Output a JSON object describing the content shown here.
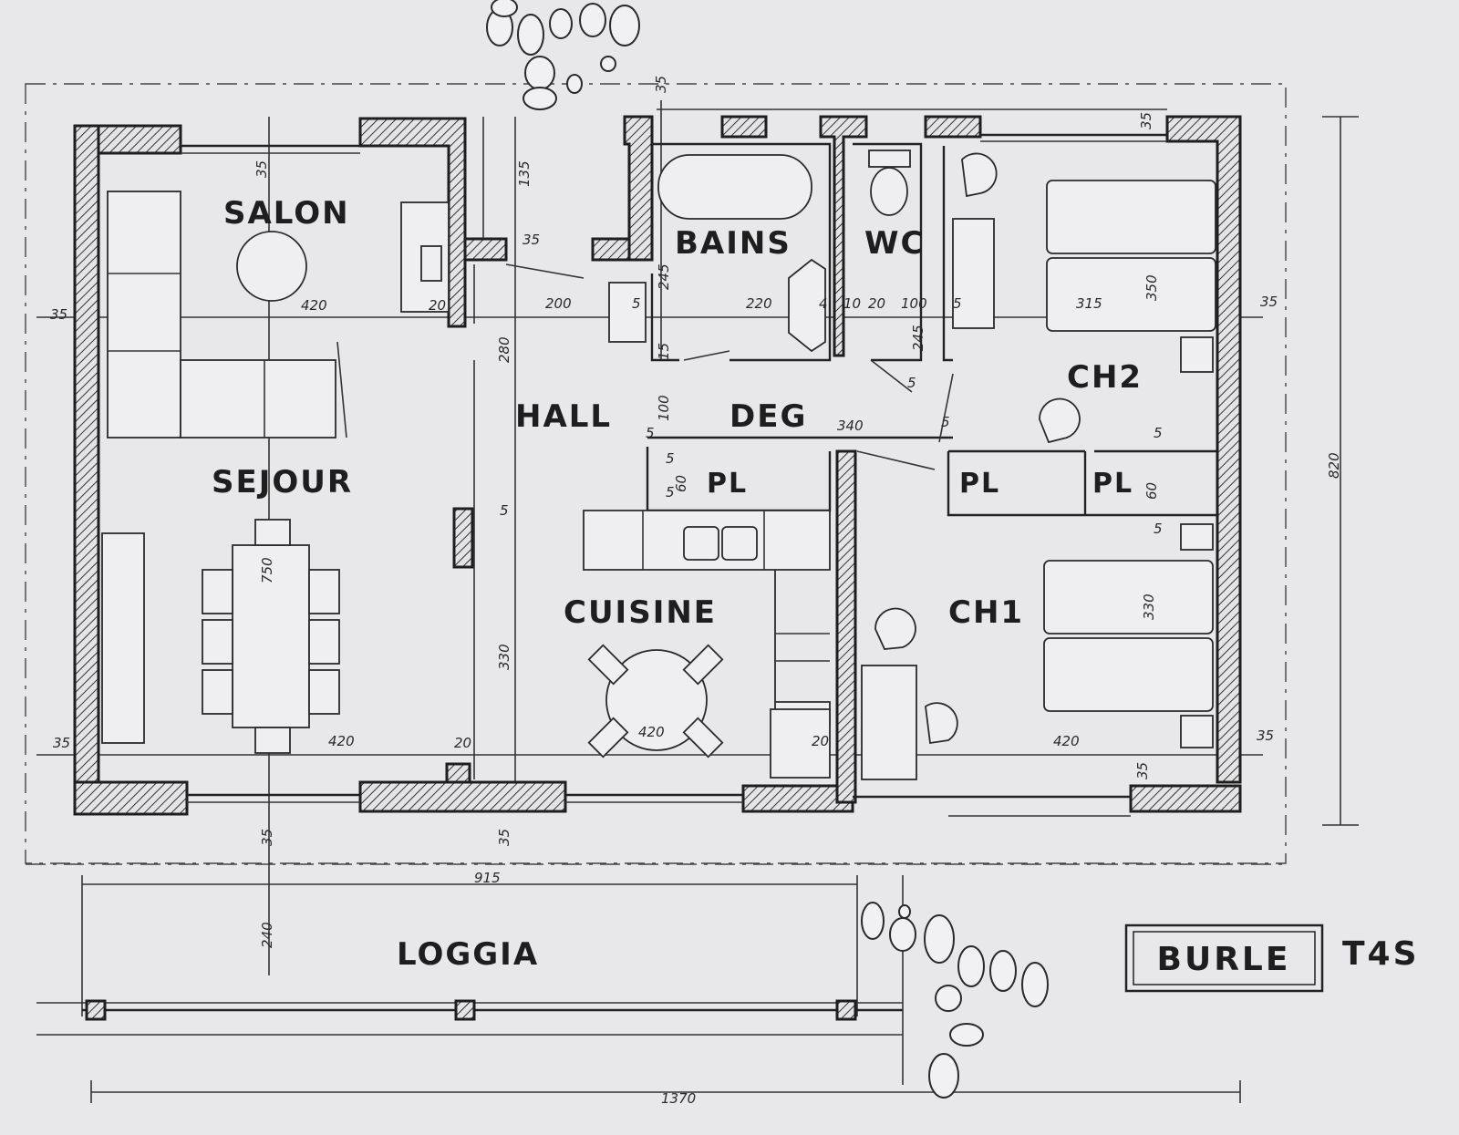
{
  "rooms": {
    "salon": "SALON",
    "bains": "BAINS",
    "wc": "WC",
    "ch2": "CH2",
    "hall": "HALL",
    "deg": "DEG",
    "sejour": "SEJOUR",
    "pl1": "PL",
    "pl2": "PL",
    "pl3": "PL",
    "cuisine": "CUISINE",
    "ch1": "CH1",
    "loggia": "LOGGIA"
  },
  "title": {
    "name": "BURLE",
    "model": "T4S"
  },
  "dimensions": {
    "d35_top": "35",
    "d35_salon": "35",
    "d135": "135",
    "d35_hallwall": "35",
    "d245_bains": "245",
    "d5_bains": "5",
    "d4_bains": "4",
    "d10": "10",
    "d20_wc": "20",
    "d100_wc": "100",
    "d5_ch2": "5",
    "d315": "315",
    "d350": "350",
    "d35_ch2top": "35",
    "d35_right": "35",
    "d35_left": "35",
    "d420_salon": "420",
    "d20_salon": "20",
    "d200": "200",
    "d220": "220",
    "d280": "280",
    "d15": "15",
    "d245_wc": "245",
    "d5_deg1": "5",
    "d5_deg2": "5",
    "d100_deg": "100",
    "d5_hall": "5",
    "d340": "340",
    "d5_pl": "5",
    "d60_pl": "60",
    "d5_pl2": "5",
    "d5_ch2b": "5",
    "d60_pl3": "60",
    "d5_hall2": "5",
    "d750": "750",
    "d5_ch1": "5",
    "d330_ch1": "330",
    "d330_cuisine": "330",
    "d820": "820",
    "d35_bl": "35",
    "d420_sejour": "420",
    "d20_sejour": "20",
    "d420_cuisine": "420",
    "d20_cuisine": "20",
    "d420_ch1": "420",
    "d35_br": "35",
    "d35_ch1": "35",
    "d35_loggia1": "35",
    "d35_loggia2": "35",
    "d915": "915",
    "d240": "240",
    "d1370": "1370"
  }
}
